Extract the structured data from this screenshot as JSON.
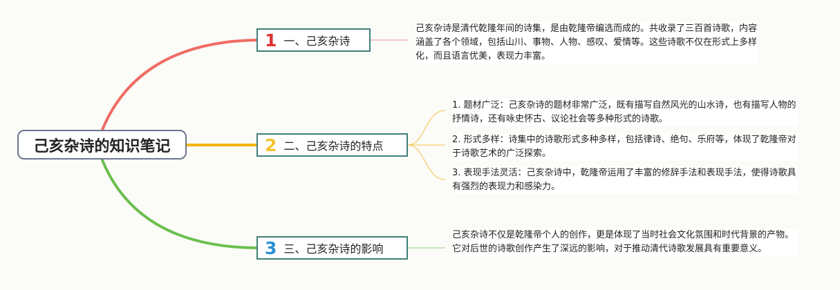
{
  "root": {
    "title": "己亥杂诗的知识笔记"
  },
  "branches": [
    {
      "number": "1",
      "label": "一、己亥杂诗",
      "color": "#ef6b63",
      "notes": [
        "己亥杂诗是清代乾隆年间的诗集，是由乾隆帝编选而成的。共收录了三百首诗歌，内容涵盖了各个领域，包括山川、事物、人物、感叹、爱情等。这些诗歌不仅在形式上多样化，而且语言优美，表现力丰富。"
      ]
    },
    {
      "number": "2",
      "label": "二、己亥杂诗的特点",
      "color": "#f5b400",
      "notes": [
        "1. 题材广泛：己亥杂诗的题材非常广泛，既有描写自然风光的山水诗，也有描写人物的抒情诗，还有咏史怀古、议论社会等多种形式的诗歌。",
        "2. 形式多样：诗集中的诗歌形式多种多样，包括律诗、绝句、乐府等，体现了乾隆帝对于诗歌艺术的广泛探索。",
        "3. 表现手法灵活：己亥杂诗中，乾隆帝运用了丰富的修辞手法和表现手法，使得诗歌具有强烈的表现力和感染力。"
      ]
    },
    {
      "number": "3",
      "label": "三、己亥杂诗的影响",
      "color": "#6cbf4f",
      "notes": [
        "己亥杂诗不仅是乾隆帝个人的创作，更是体现了当时社会文化氛围和时代背景的产物。它对后世的诗歌创作产生了深远的影响，对于推动清代诗歌发展具有重要意义。"
      ]
    }
  ]
}
